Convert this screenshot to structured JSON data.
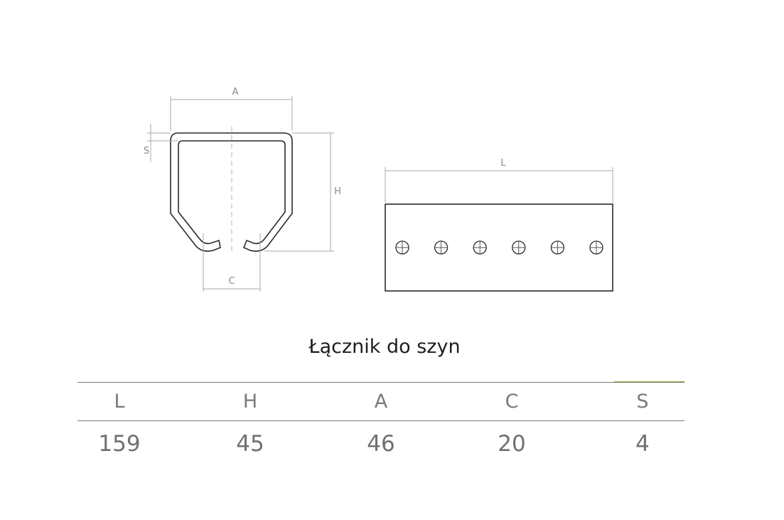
{
  "drawing": {
    "labels": {
      "A": "A",
      "S": "S",
      "H": "H",
      "C": "C",
      "L": "L"
    },
    "hole_count": 6
  },
  "title": "Łącznik do szyn",
  "table": {
    "headers": [
      "L",
      "H",
      "A",
      "C",
      "S"
    ],
    "values": [
      "159",
      "45",
      "46",
      "20",
      "4"
    ]
  },
  "colors": {
    "accent": "#9ab23c",
    "line": "#2a2a2a",
    "dimension": "#a9a9a9"
  }
}
